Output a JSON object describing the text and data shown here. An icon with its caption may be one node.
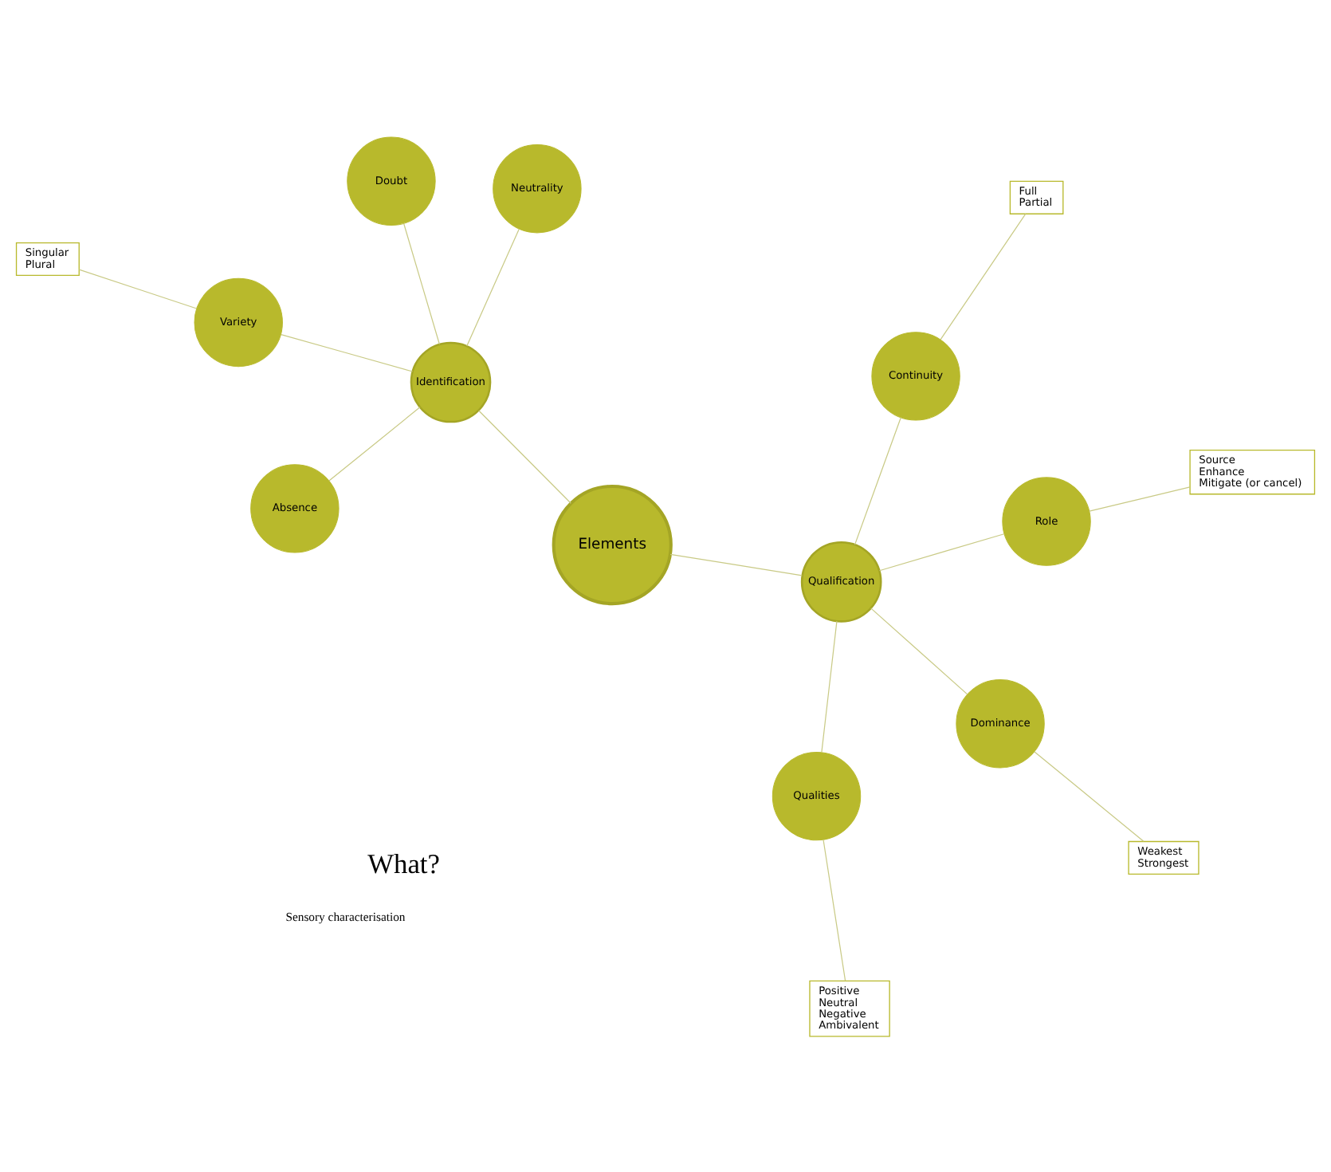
{
  "diagram": {
    "nodes": [
      {
        "text": [
          "Elements"
        ]
      },
      {
        "text": [
          "Identification"
        ]
      },
      {
        "text": [
          "Absence"
        ]
      },
      {
        "text": [
          "Variety"
        ]
      },
      {
        "text": [
          "Neutrality"
        ]
      },
      {
        "text": [
          "Doubt"
        ]
      },
      {
        "text": [
          "Singular",
          "Plural"
        ]
      },
      {
        "text": [
          "Qualification"
        ]
      },
      {
        "text": [
          "Dominance"
        ]
      },
      {
        "text": [
          "Weakest",
          "Strongest"
        ]
      },
      {
        "text": [
          "Qualities"
        ]
      },
      {
        "text": [
          "Positive",
          "Neutral",
          "Negative",
          "Ambivalent"
        ]
      },
      {
        "text": [
          "Role"
        ]
      },
      {
        "text": [
          "Source",
          "Enhance",
          "Mitigate (or cancel)"
        ]
      },
      {
        "text": [
          "Continuity"
        ]
      },
      {
        "text": [
          "Full",
          "Partial"
        ]
      }
    ],
    "edges": [
      {
        "from": 0,
        "to": 1,
        "arrow": "none"
      },
      {
        "from": 1,
        "to": 2,
        "arrow": "none"
      },
      {
        "from": 1,
        "to": 3,
        "arrow": "none"
      },
      {
        "from": 1,
        "to": 4,
        "arrow": "none"
      },
      {
        "from": 1,
        "to": 5,
        "arrow": "none"
      },
      {
        "from": 3,
        "to": 6,
        "arrow": "none"
      },
      {
        "from": 0,
        "to": 7,
        "arrow": "none"
      },
      {
        "from": 7,
        "to": 8,
        "arrow": "none"
      },
      {
        "from": 8,
        "to": 9,
        "arrow": "none"
      },
      {
        "from": 7,
        "to": 10,
        "arrow": "none"
      },
      {
        "from": 10,
        "to": 11,
        "arrow": "none"
      },
      {
        "from": 7,
        "to": 12,
        "arrow": "none"
      },
      {
        "from": 12,
        "to": 13,
        "arrow": "none"
      },
      {
        "from": 7,
        "to": 14,
        "arrow": "none"
      },
      {
        "from": 14,
        "to": 15,
        "arrow": "none"
      }
    ],
    "labels": [
      "What?",
      "Sensory characterisation"
    ]
  }
}
